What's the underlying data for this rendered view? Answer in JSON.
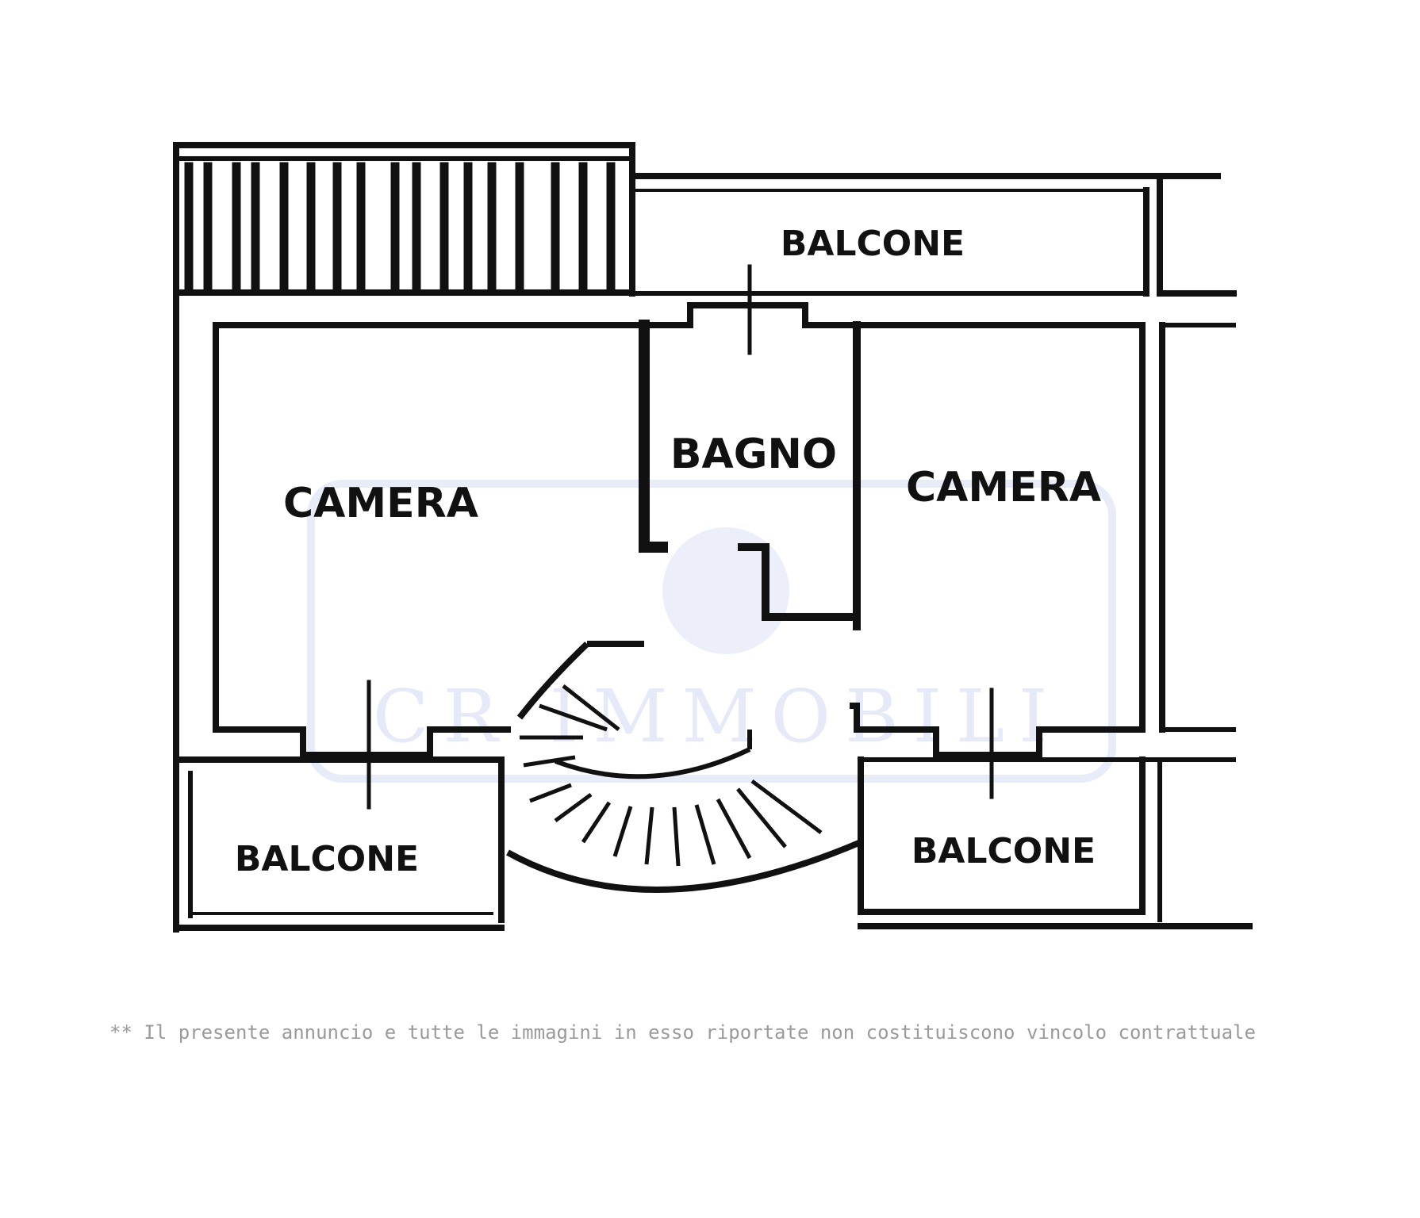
{
  "plan": {
    "rooms": {
      "balcone_top": "BALCONE",
      "camera_left": "CAMERA",
      "bagno": "BAGNO",
      "camera_right": "CAMERA",
      "balcone_bottom_left": "BALCONE",
      "balcone_bottom_right": "BALCONE"
    },
    "watermark": "CR IMMOBILI",
    "colors": {
      "wall": "#111111",
      "watermark": "#e6e9f7",
      "text": "#111111"
    }
  },
  "footer": {
    "disclaimer": "** Il presente annuncio e tutte le immagini in esso riportate non costituiscono vincolo contrattuale"
  }
}
